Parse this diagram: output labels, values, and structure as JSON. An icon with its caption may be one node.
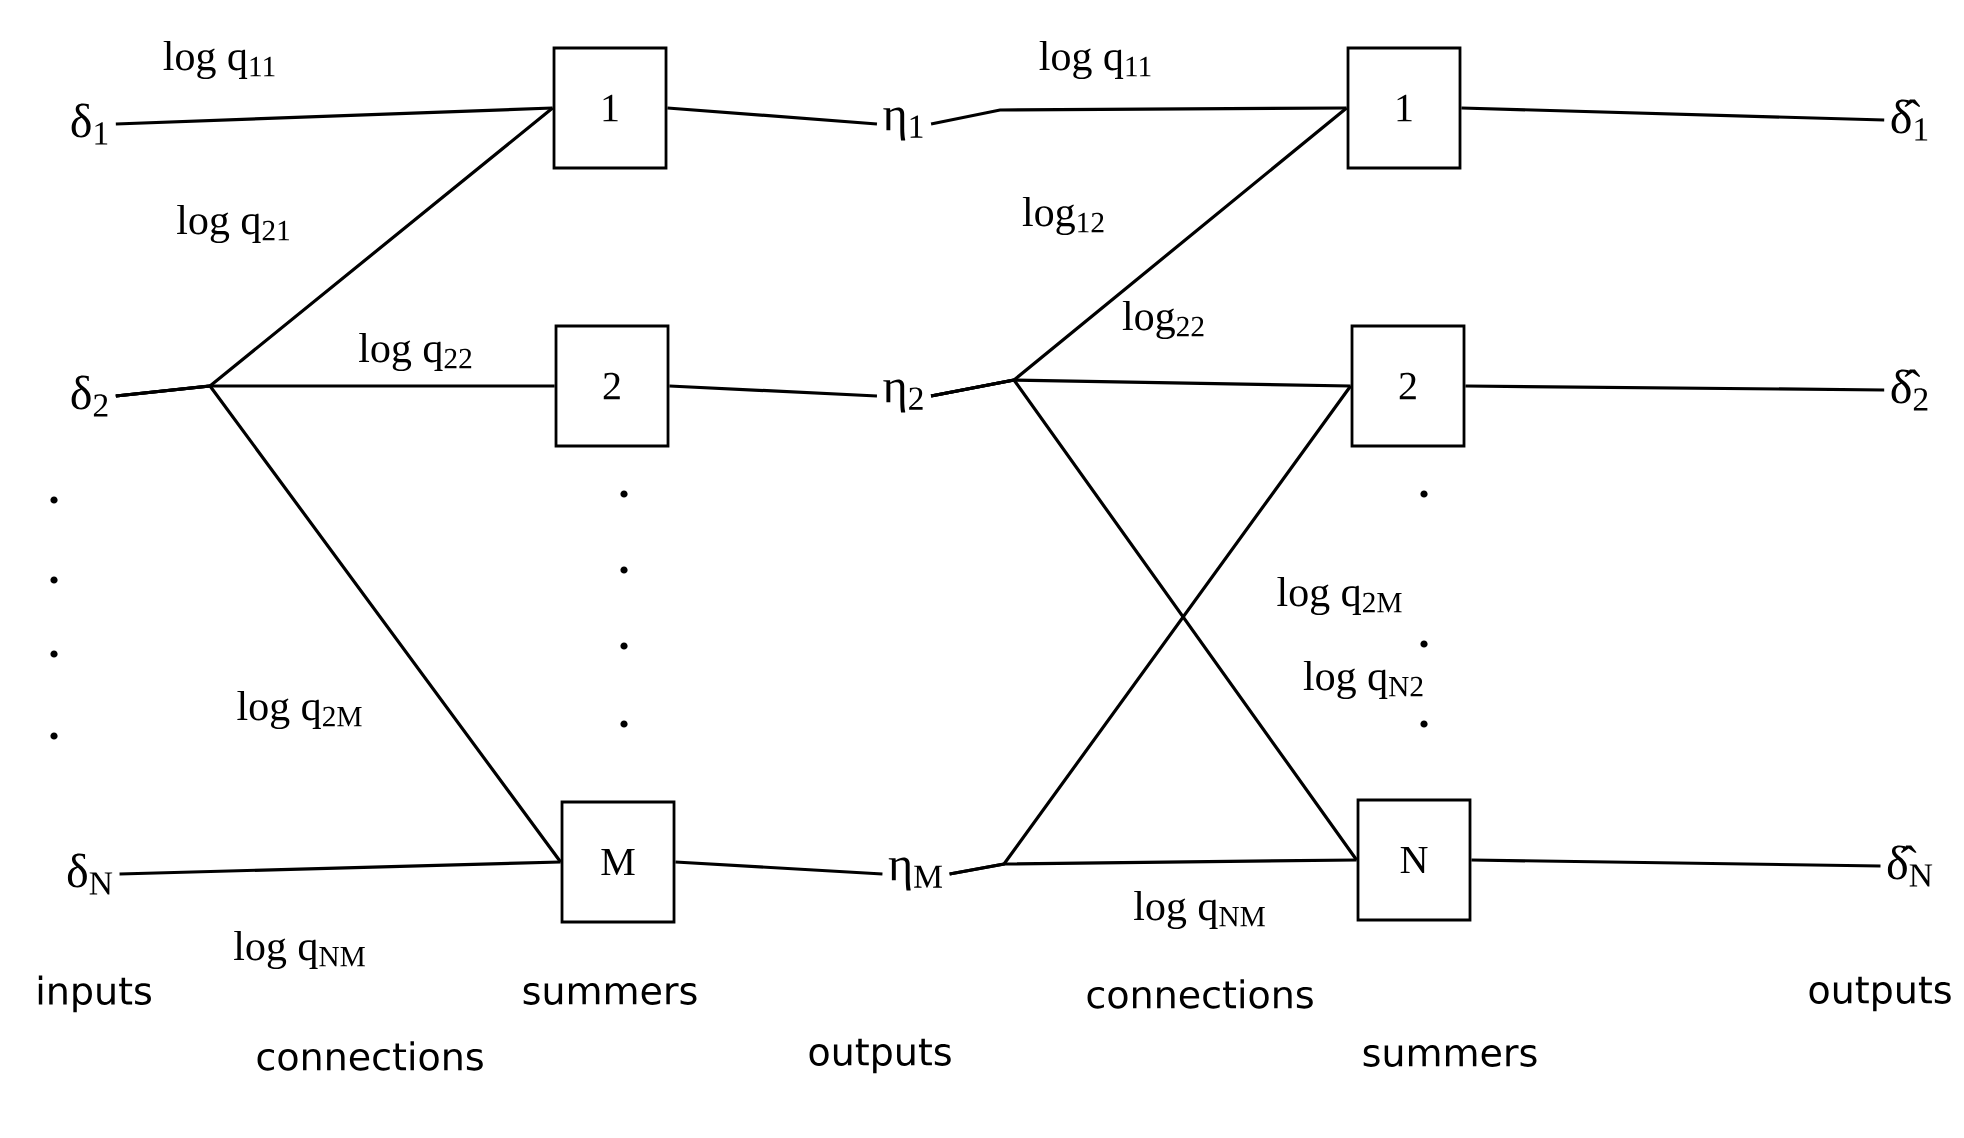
{
  "diagram": {
    "nodes": [
      {
        "text": [
          "δ$_{1}$"
        ]
      },
      {
        "text": [
          "1"
        ]
      },
      {
        "text": [
          "η$_{1}$"
        ]
      },
      {
        "text": [
          "1"
        ]
      },
      {
        "text": [
          "δ̂$_{1}$"
        ]
      },
      {
        "text": [
          "δ$_{2}$"
        ]
      },
      {
        "text": [
          "2"
        ]
      },
      {
        "text": [
          "η$_{2}$"
        ]
      },
      {
        "text": [
          "2"
        ]
      },
      {
        "text": [
          "δ̂$_{2}$"
        ]
      },
      {
        "text": [
          "δ$_{N}$"
        ]
      },
      {
        "text": [
          "M"
        ]
      },
      {
        "text": [
          "η$_{M}$"
        ]
      },
      {
        "text": [
          "N"
        ]
      },
      {
        "text": [
          "δ̂$_{N}$"
        ]
      }
    ],
    "edges": [
      {
        "from": 0,
        "to": 1,
        "arrow": "none",
        "label": "log q$_{11}$"
      },
      {
        "from": 5,
        "to": 1,
        "arrow": "none",
        "label": "log q$_{21}$"
      },
      {
        "from": 5,
        "to": 6,
        "arrow": "none",
        "label": "log q$_{22}$"
      },
      {
        "from": 5,
        "to": 11,
        "arrow": "none",
        "label": "log q$_{2M}$"
      },
      {
        "from": 10,
        "to": 11,
        "arrow": "none",
        "label": "log q$_{NM}$"
      },
      {
        "from": 1,
        "to": 2,
        "arrow": "none"
      },
      {
        "from": 6,
        "to": 7,
        "arrow": "none"
      },
      {
        "from": 11,
        "to": 12,
        "arrow": "none"
      },
      {
        "from": 2,
        "to": 3,
        "arrow": "none",
        "label": "log q$_{11}$"
      },
      {
        "from": 7,
        "to": 3,
        "arrow": "none",
        "label": "log$_{12}$"
      },
      {
        "from": 7,
        "to": 8,
        "arrow": "none",
        "label": "log$_{22}$"
      },
      {
        "from": 7,
        "to": 13,
        "arrow": "none",
        "label": "log q$_{N2}$"
      },
      {
        "from": 12,
        "to": 8,
        "arrow": "none",
        "label": "log q$_{2M}$"
      },
      {
        "from": 12,
        "to": 13,
        "arrow": "none",
        "label": "log q$_{NM}$"
      },
      {
        "from": 3,
        "to": 4,
        "arrow": "none"
      },
      {
        "from": 8,
        "to": 9,
        "arrow": "none"
      },
      {
        "from": 13,
        "to": 14,
        "arrow": "none"
      }
    ],
    "labels": [
      "inputs",
      "summers",
      "connections",
      "outputs",
      "connections",
      "outputs",
      "summers"
    ]
  }
}
